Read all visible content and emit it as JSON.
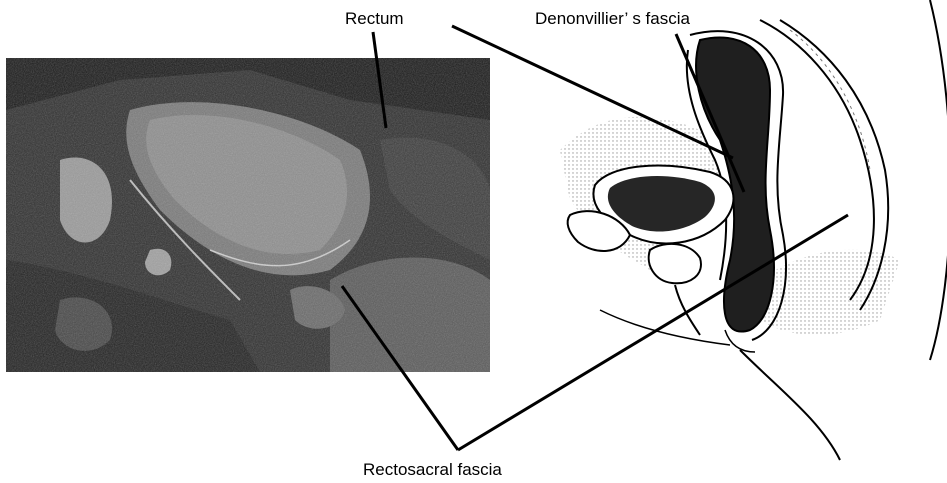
{
  "labels": {
    "rectum": "Rectum",
    "denonvilliers_fascia": "Denonvillier’ s fascia",
    "rectosacral_fascia": "Rectosacral fascia"
  },
  "colors": {
    "photo_dark": "#2b2b2b",
    "photo_mid": "#6e6e6e",
    "organ_fill": "#1f1f1f",
    "line": "#000000",
    "background": "#ffffff"
  }
}
